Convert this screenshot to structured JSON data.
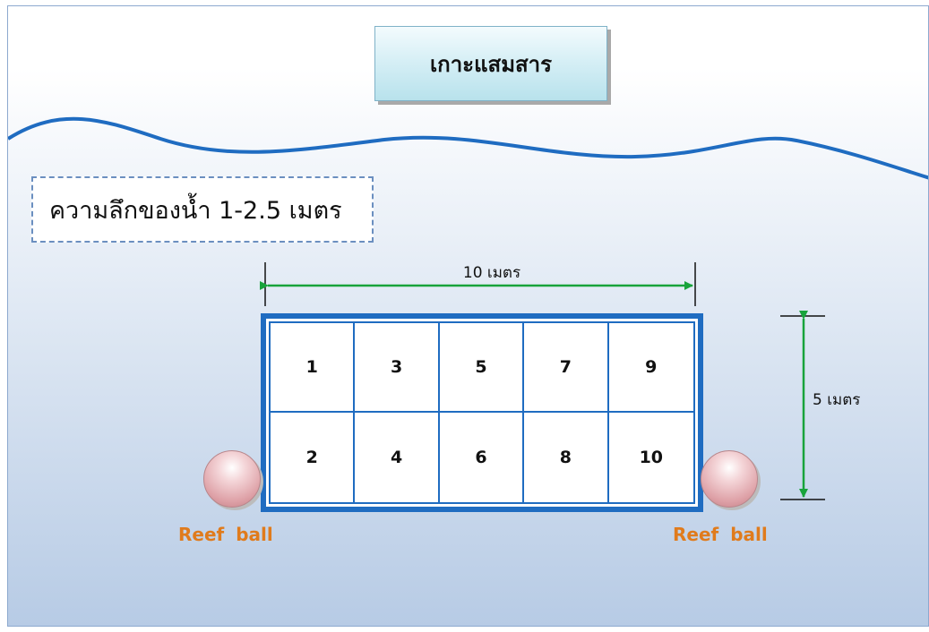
{
  "title": "เกาะแสมสาร",
  "depth_label": "ความลึกของน้ำ 1-2.5 เมตร",
  "width_label": "10 เมตร",
  "height_label": "5 เมตร",
  "plots": {
    "top_row": [
      "1",
      "3",
      "5",
      "7",
      "9"
    ],
    "bottom_row": [
      "2",
      "4",
      "6",
      "8",
      "10"
    ]
  },
  "reef_ball_left": "Reef ball",
  "reef_ball_right": "Reef ball",
  "colors": {
    "water_line": "#1f6cc1",
    "grid_border": "#1f6cc1",
    "dimension_arrow": "#18a33b",
    "reef_label": "#e07b1c"
  }
}
